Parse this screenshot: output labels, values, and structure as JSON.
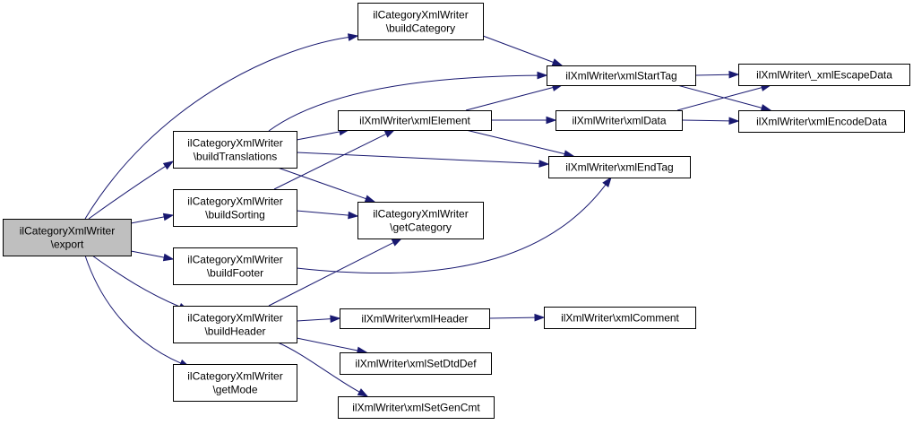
{
  "graph": {
    "colors": {
      "edge": "#191970",
      "node_fill": "#ffffff",
      "root_fill": "#bfbfbf",
      "node_border": "#000000"
    },
    "nodes": [
      {
        "id": "export",
        "lines": [
          "ilCategoryXmlWriter",
          "\\export"
        ],
        "root": true
      },
      {
        "id": "buildCategory",
        "lines": [
          "ilCategoryXmlWriter",
          "\\buildCategory"
        ]
      },
      {
        "id": "buildTranslations",
        "lines": [
          "ilCategoryXmlWriter",
          "\\buildTranslations"
        ]
      },
      {
        "id": "buildSorting",
        "lines": [
          "ilCategoryXmlWriter",
          "\\buildSorting"
        ]
      },
      {
        "id": "buildFooter",
        "lines": [
          "ilCategoryXmlWriter",
          "\\buildFooter"
        ]
      },
      {
        "id": "buildHeader",
        "lines": [
          "ilCategoryXmlWriter",
          "\\buildHeader"
        ]
      },
      {
        "id": "getMode",
        "lines": [
          "ilCategoryXmlWriter",
          "\\getMode"
        ]
      },
      {
        "id": "xmlElement",
        "lines": [
          "ilXmlWriter\\xmlElement"
        ]
      },
      {
        "id": "getCategory",
        "lines": [
          "ilCategoryXmlWriter",
          "\\getCategory"
        ]
      },
      {
        "id": "xmlHeader",
        "lines": [
          "ilXmlWriter\\xmlHeader"
        ]
      },
      {
        "id": "xmlSetDtdDef",
        "lines": [
          "ilXmlWriter\\xmlSetDtdDef"
        ]
      },
      {
        "id": "xmlSetGenCmt",
        "lines": [
          "ilXmlWriter\\xmlSetGenCmt"
        ]
      },
      {
        "id": "xmlStartTag",
        "lines": [
          "ilXmlWriter\\xmlStartTag"
        ]
      },
      {
        "id": "xmlData",
        "lines": [
          "ilXmlWriter\\xmlData"
        ]
      },
      {
        "id": "xmlEndTag",
        "lines": [
          "ilXmlWriter\\xmlEndTag"
        ]
      },
      {
        "id": "xmlComment",
        "lines": [
          "ilXmlWriter\\xmlComment"
        ]
      },
      {
        "id": "escapeData",
        "lines": [
          "ilXmlWriter\\_xmlEscapeData"
        ]
      },
      {
        "id": "encodeData",
        "lines": [
          "ilXmlWriter\\xmlEncodeData"
        ]
      }
    ],
    "edges": [
      {
        "from": "export",
        "to": "buildCategory"
      },
      {
        "from": "export",
        "to": "buildTranslations"
      },
      {
        "from": "export",
        "to": "buildSorting"
      },
      {
        "from": "export",
        "to": "buildFooter"
      },
      {
        "from": "export",
        "to": "buildHeader"
      },
      {
        "from": "export",
        "to": "getMode"
      },
      {
        "from": "buildCategory",
        "to": "xmlStartTag"
      },
      {
        "from": "buildTranslations",
        "to": "xmlStartTag"
      },
      {
        "from": "buildTranslations",
        "to": "xmlElement"
      },
      {
        "from": "buildTranslations",
        "to": "xmlEndTag"
      },
      {
        "from": "buildTranslations",
        "to": "getCategory"
      },
      {
        "from": "buildSorting",
        "to": "xmlElement"
      },
      {
        "from": "buildSorting",
        "to": "getCategory"
      },
      {
        "from": "buildFooter",
        "to": "xmlEndTag"
      },
      {
        "from": "buildHeader",
        "to": "getCategory"
      },
      {
        "from": "buildHeader",
        "to": "xmlHeader"
      },
      {
        "from": "buildHeader",
        "to": "xmlSetDtdDef"
      },
      {
        "from": "buildHeader",
        "to": "xmlSetGenCmt"
      },
      {
        "from": "xmlElement",
        "to": "xmlStartTag"
      },
      {
        "from": "xmlElement",
        "to": "xmlData"
      },
      {
        "from": "xmlElement",
        "to": "xmlEndTag"
      },
      {
        "from": "xmlStartTag",
        "to": "escapeData"
      },
      {
        "from": "xmlStartTag",
        "to": "encodeData"
      },
      {
        "from": "xmlData",
        "to": "escapeData"
      },
      {
        "from": "xmlData",
        "to": "encodeData"
      },
      {
        "from": "xmlHeader",
        "to": "xmlComment"
      }
    ]
  }
}
